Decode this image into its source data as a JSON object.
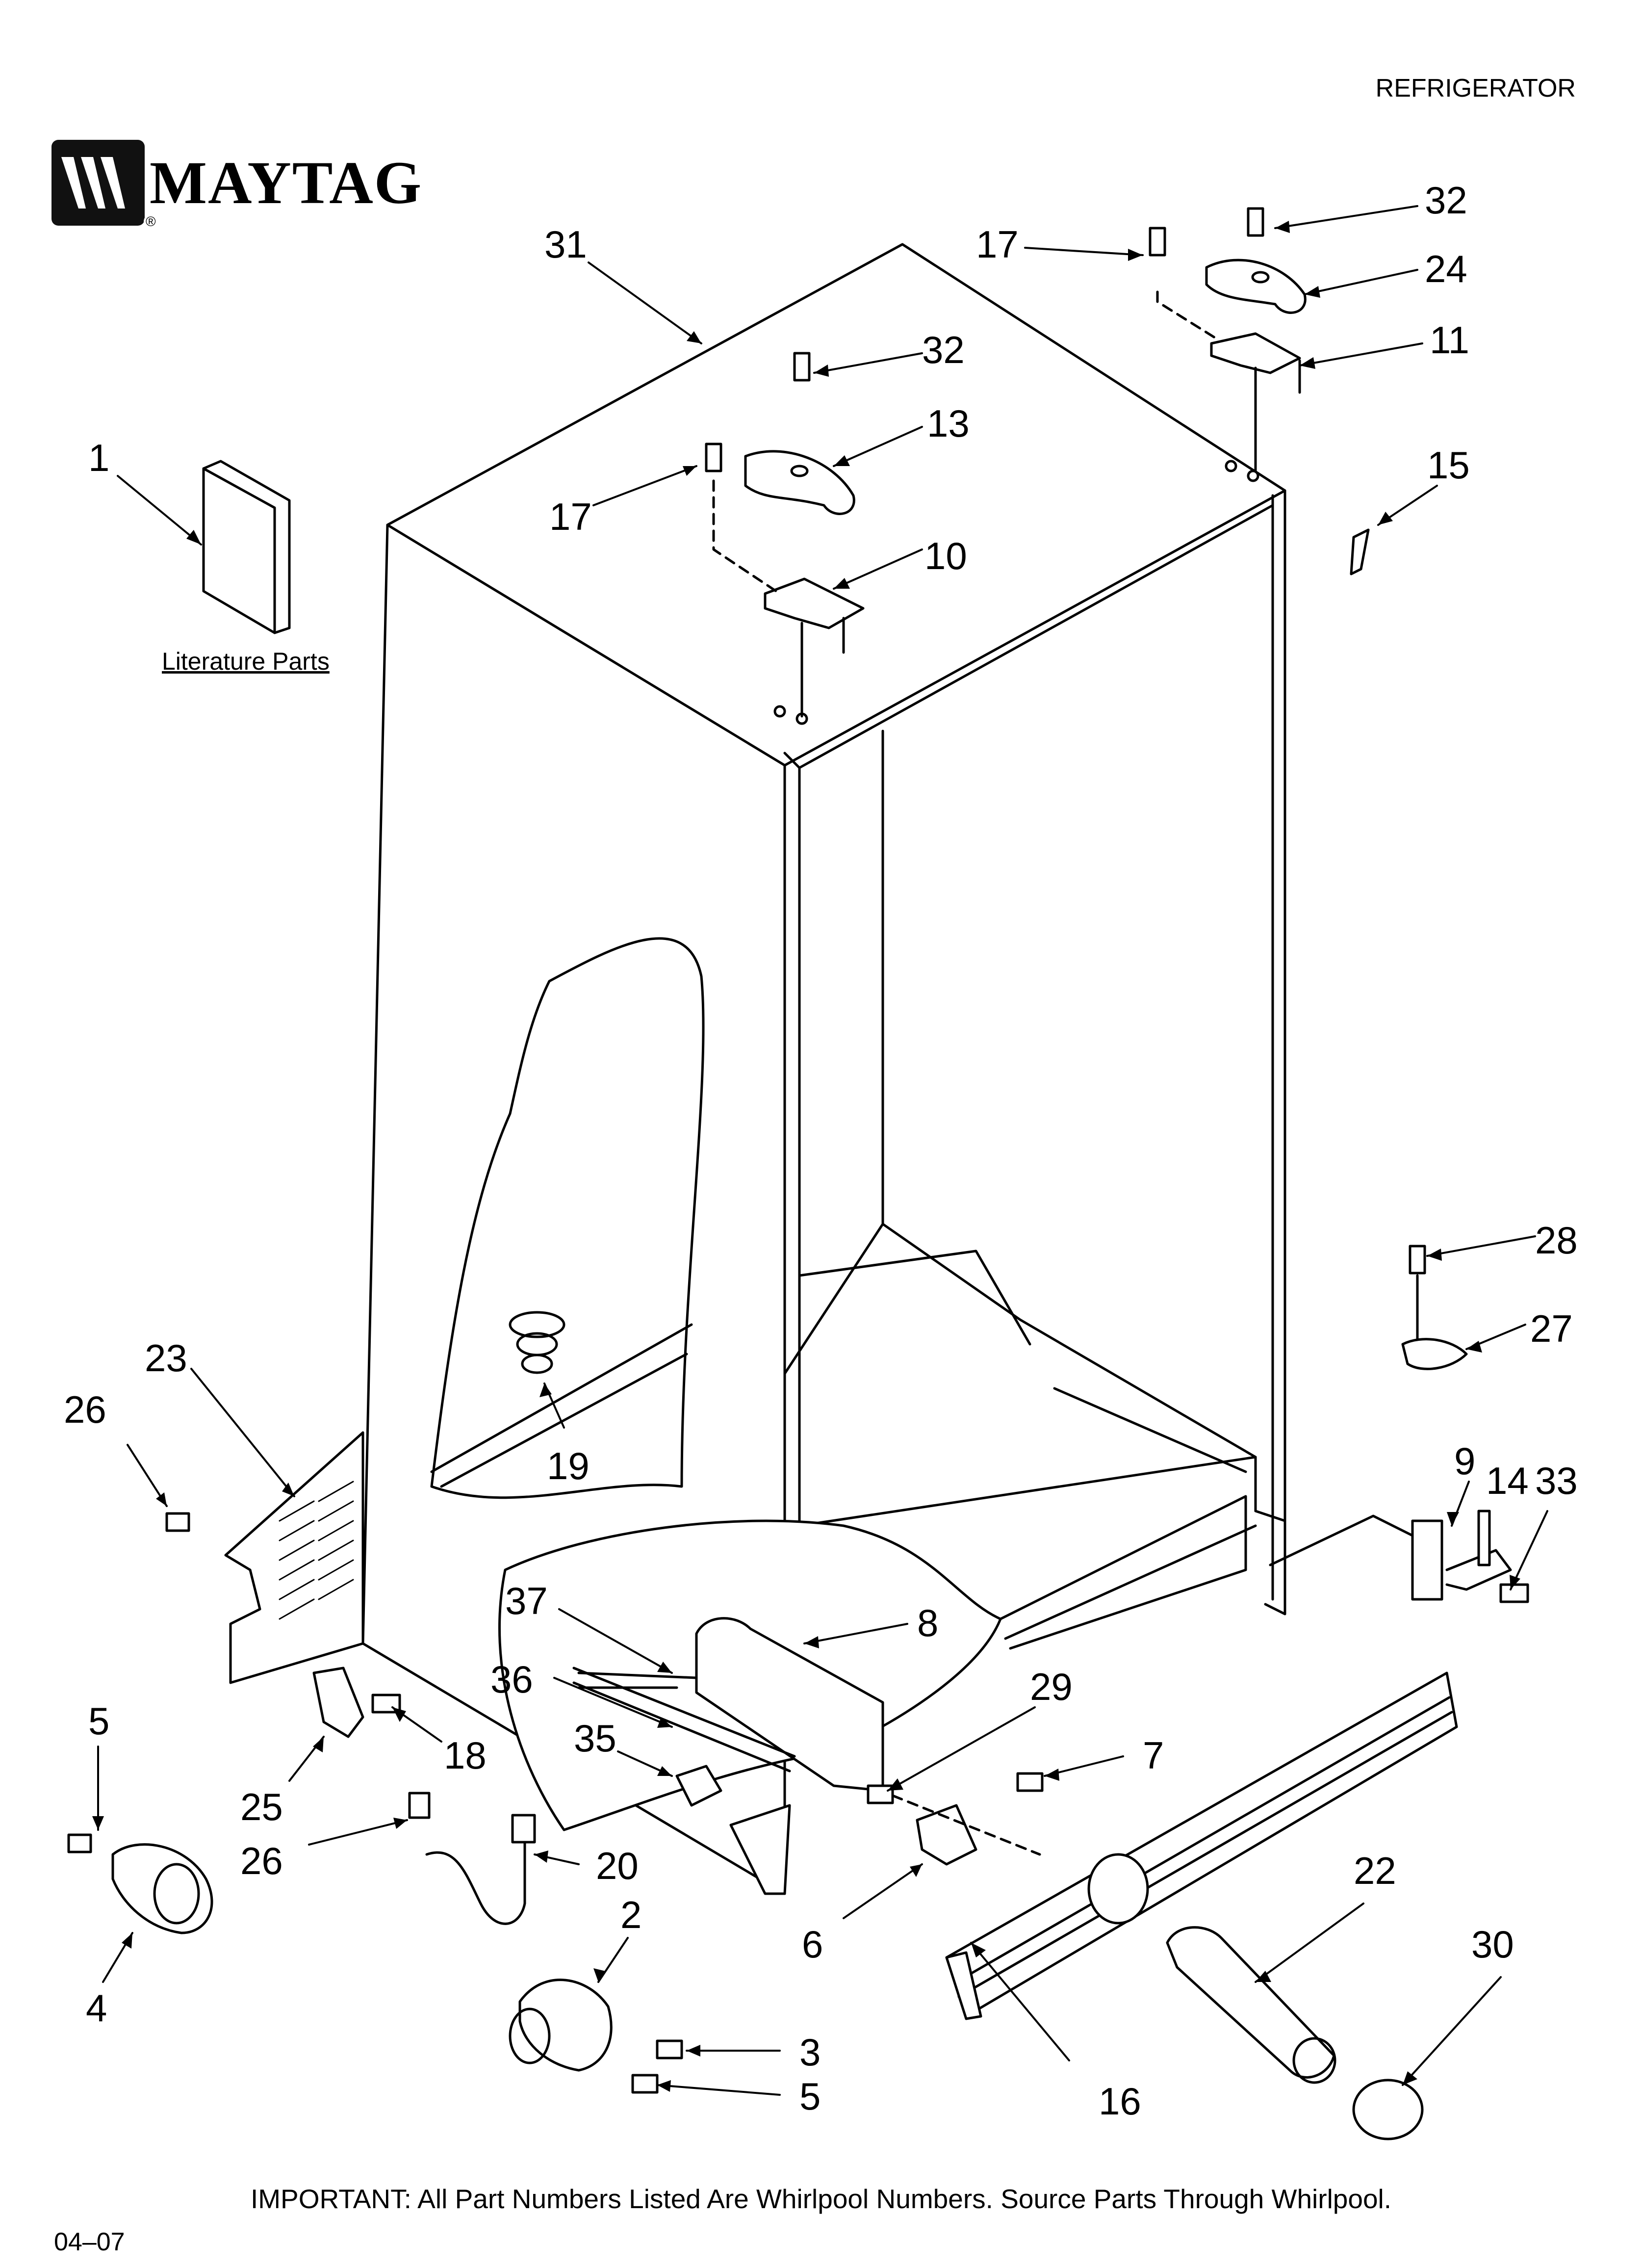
{
  "header": {
    "category": "REFRIGERATOR"
  },
  "brand": {
    "name": "MAYTAG",
    "registered": "®"
  },
  "literature_label": "Literature Parts",
  "callouts": {
    "c1": "1",
    "c2": "2",
    "c3": "3",
    "c4": "4",
    "c5a": "5",
    "c5b": "5",
    "c6": "6",
    "c7": "7",
    "c8": "8",
    "c9": "9",
    "c10": "10",
    "c11": "11",
    "c13": "13",
    "c14": "14",
    "c15": "15",
    "c16": "16",
    "c17a": "17",
    "c17b": "17",
    "c18": "18",
    "c19": "19",
    "c20": "20",
    "c22": "22",
    "c23": "23",
    "c24": "24",
    "c25": "25",
    "c26a": "26",
    "c26b": "26",
    "c27": "27",
    "c28": "28",
    "c29": "29",
    "c30": "30",
    "c31": "31",
    "c32a": "32",
    "c32b": "32",
    "c33": "33",
    "c35": "35",
    "c36": "36",
    "c37": "37"
  },
  "footer": {
    "notice": "IMPORTANT: All Part Numbers Listed Are Whirlpool Numbers. Source Parts Through Whirlpool.",
    "date": "04–07"
  }
}
